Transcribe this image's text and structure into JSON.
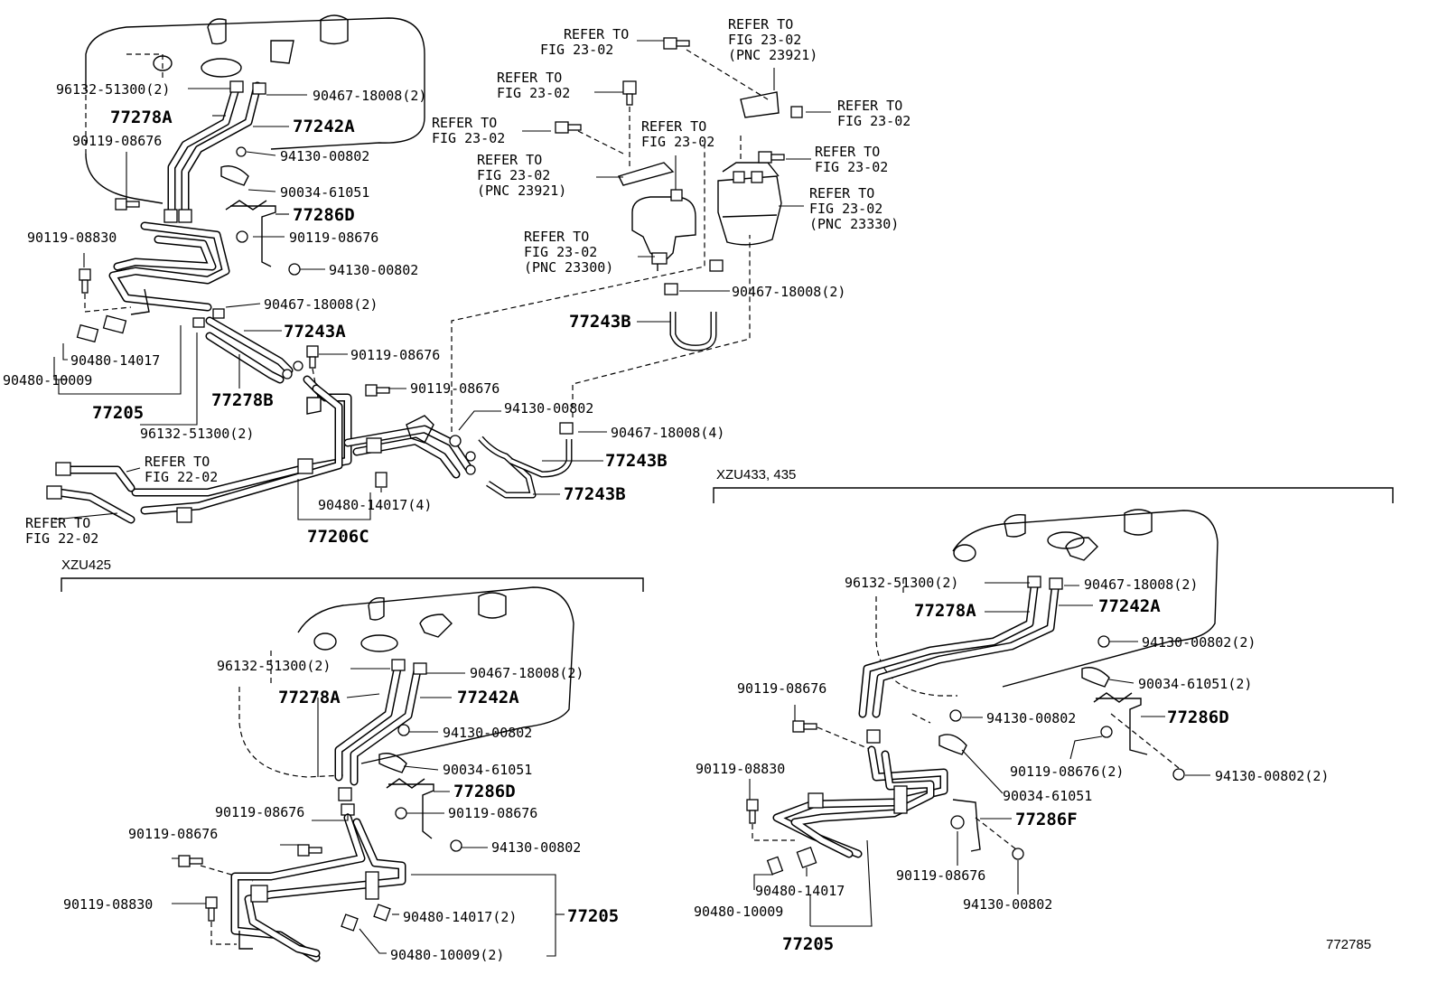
{
  "diagram_id": "772785",
  "sections": {
    "xzu425": "XZU425",
    "xzu433_435": "XZU433, 435"
  },
  "top": {
    "refer_23_02_a": [
      "REFER TO",
      "FIG 23-02"
    ],
    "refer_23_02_pnc23921_a": [
      "REFER TO",
      "FIG 23-02",
      "(PNC 23921)"
    ],
    "refer_23_02_b": [
      "REFER TO",
      "FIG 23-02"
    ],
    "refer_23_02_c": [
      "REFER TO",
      "FIG 23-02"
    ],
    "refer_23_02_d": [
      "REFER TO",
      "FIG 23-02"
    ],
    "refer_23_02_pnc23921_b": [
      "REFER TO",
      "FIG 23-02",
      "(PNC 23921)"
    ],
    "refer_23_02_e": [
      "REFER TO",
      "FIG 23-02"
    ],
    "refer_23_02_pnc23330": [
      "REFER TO",
      "FIG 23-02",
      "(PNC 23330)"
    ],
    "refer_23_02_pnc23300": [
      "REFER TO",
      "FIG 23-02",
      "(PNC 23300)"
    ],
    "refer_23_02_f": [
      "REFER TO",
      "FIG 23-02"
    ],
    "refer_22_02_a": [
      "REFER TO",
      "FIG 22-02"
    ],
    "refer_22_02_b": [
      "REFER TO",
      "FIG 22-02"
    ],
    "p96132_51300_2_a": "96132-51300(2)",
    "p90467_18008_2_a": "90467-18008(2)",
    "p77278A": "77278A",
    "p77242A": "77242A",
    "p90119_08676_a": "90119-08676",
    "p94130_00802_a": "94130-00802",
    "p90034_61051": "90034-61051",
    "p77286D": "77286D",
    "p90119_08830": "90119-08830",
    "p90119_08676_b": "90119-08676",
    "p94130_00802_b": "94130-00802",
    "p90467_18008_2_b": "90467-18008(2)",
    "p77243A": "77243A",
    "p90119_08676_c": "90119-08676",
    "p90480_14017": "90480-14017",
    "p90480_10009": "90480-10009",
    "p77278B": "77278B",
    "p77205": "77205",
    "p96132_51300_2_b": "96132-51300(2)",
    "p90119_08676_d": "90119-08676",
    "p94130_00802_c": "94130-00802",
    "p90467_18008_4": "90467-18008(4)",
    "p90467_18008_2_c": "90467-18008(2)",
    "p77243B_a": "77243B",
    "p77243B_b": "77243B",
    "p77243B_c": "77243B",
    "p90480_14017_4": "90480-14017(4)",
    "p77206C": "77206C"
  },
  "xzu425": {
    "p96132_51300_2": "96132-51300(2)",
    "p90467_18008_2": "90467-18008(2)",
    "p77278A": "77278A",
    "p77242A": "77242A",
    "p94130_00802_a": "94130-00802",
    "p90034_61051": "90034-61051",
    "p77286D": "77286D",
    "p90119_08676_a": "90119-08676",
    "p90119_08676_b": "90119-08676",
    "p90119_08676_c": "90119-08676",
    "p94130_00802_b": "94130-00802",
    "p90119_08830": "90119-08830",
    "p90480_14017_2": "90480-14017(2)",
    "p77205": "77205",
    "p90480_10009_2": "90480-10009(2)"
  },
  "xzu433": {
    "p96132_51300_2": "96132-51300(2)",
    "p90467_18008_2": "90467-18008(2)",
    "p77278A": "77278A",
    "p77242A": "77242A",
    "p94130_00802_2_a": "94130-00802(2)",
    "p90034_61051_2": "90034-61051(2)",
    "p90119_08676_a": "90119-08676",
    "p94130_00802_a": "94130-00802",
    "p77286D": "77286D",
    "p90119_08676_2": "90119-08676(2)",
    "p94130_00802_2_b": "94130-00802(2)",
    "p90034_61051": "90034-61051",
    "p90119_08830": "90119-08830",
    "p77286F": "77286F",
    "p90480_14017": "90480-14017",
    "p90480_10009": "90480-10009",
    "p90119_08676_b": "90119-08676",
    "p94130_00802_b": "94130-00802",
    "p77205": "77205"
  }
}
